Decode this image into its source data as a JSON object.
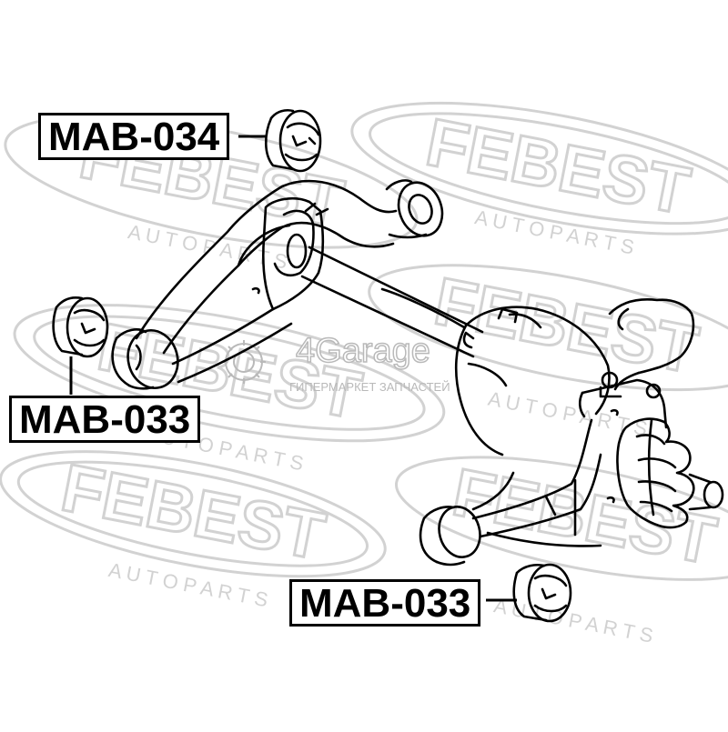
{
  "watermark": {
    "brand": "FEBEST",
    "subtitle": "A U T O   P A R T S",
    "site_name": "4Garage",
    "site_tagline": "ГИПЕРМАРКЕТ ЗАПЧАСТЕЙ"
  },
  "parts": {
    "top_label": "MAB-034",
    "left_label": "MAB-033",
    "bottom_label": "MAB-033"
  },
  "colors": {
    "line": "#000000",
    "watermark": "#d2d2d2",
    "site_watermark": "#b9b9b9"
  }
}
